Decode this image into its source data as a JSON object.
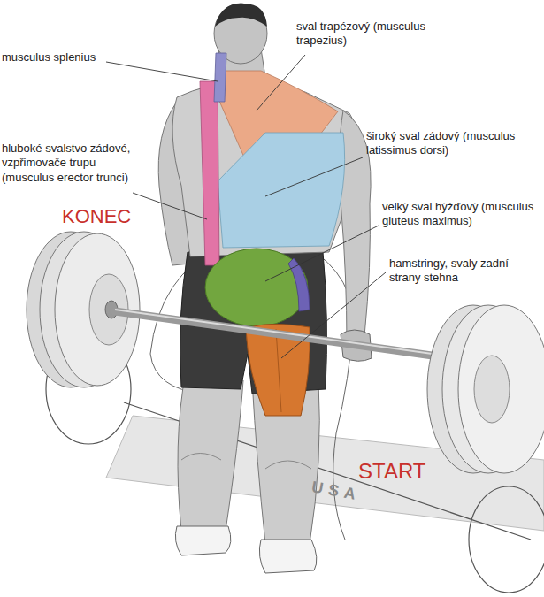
{
  "diagram": {
    "labels": [
      "musculus splenius",
      "sval trapézový (musculus trapezius)",
      "hluboké svalstvo zádové, vzpřimovače trupu (musculus erector trunci)",
      "KONEC",
      "široký sval zádový (musculus latissimus dorsi)",
      "velký sval hýžďový (musculus gluteus maximus)",
      "hamstringy, svaly zadní strany stehna",
      "START",
      "USA"
    ]
  }
}
